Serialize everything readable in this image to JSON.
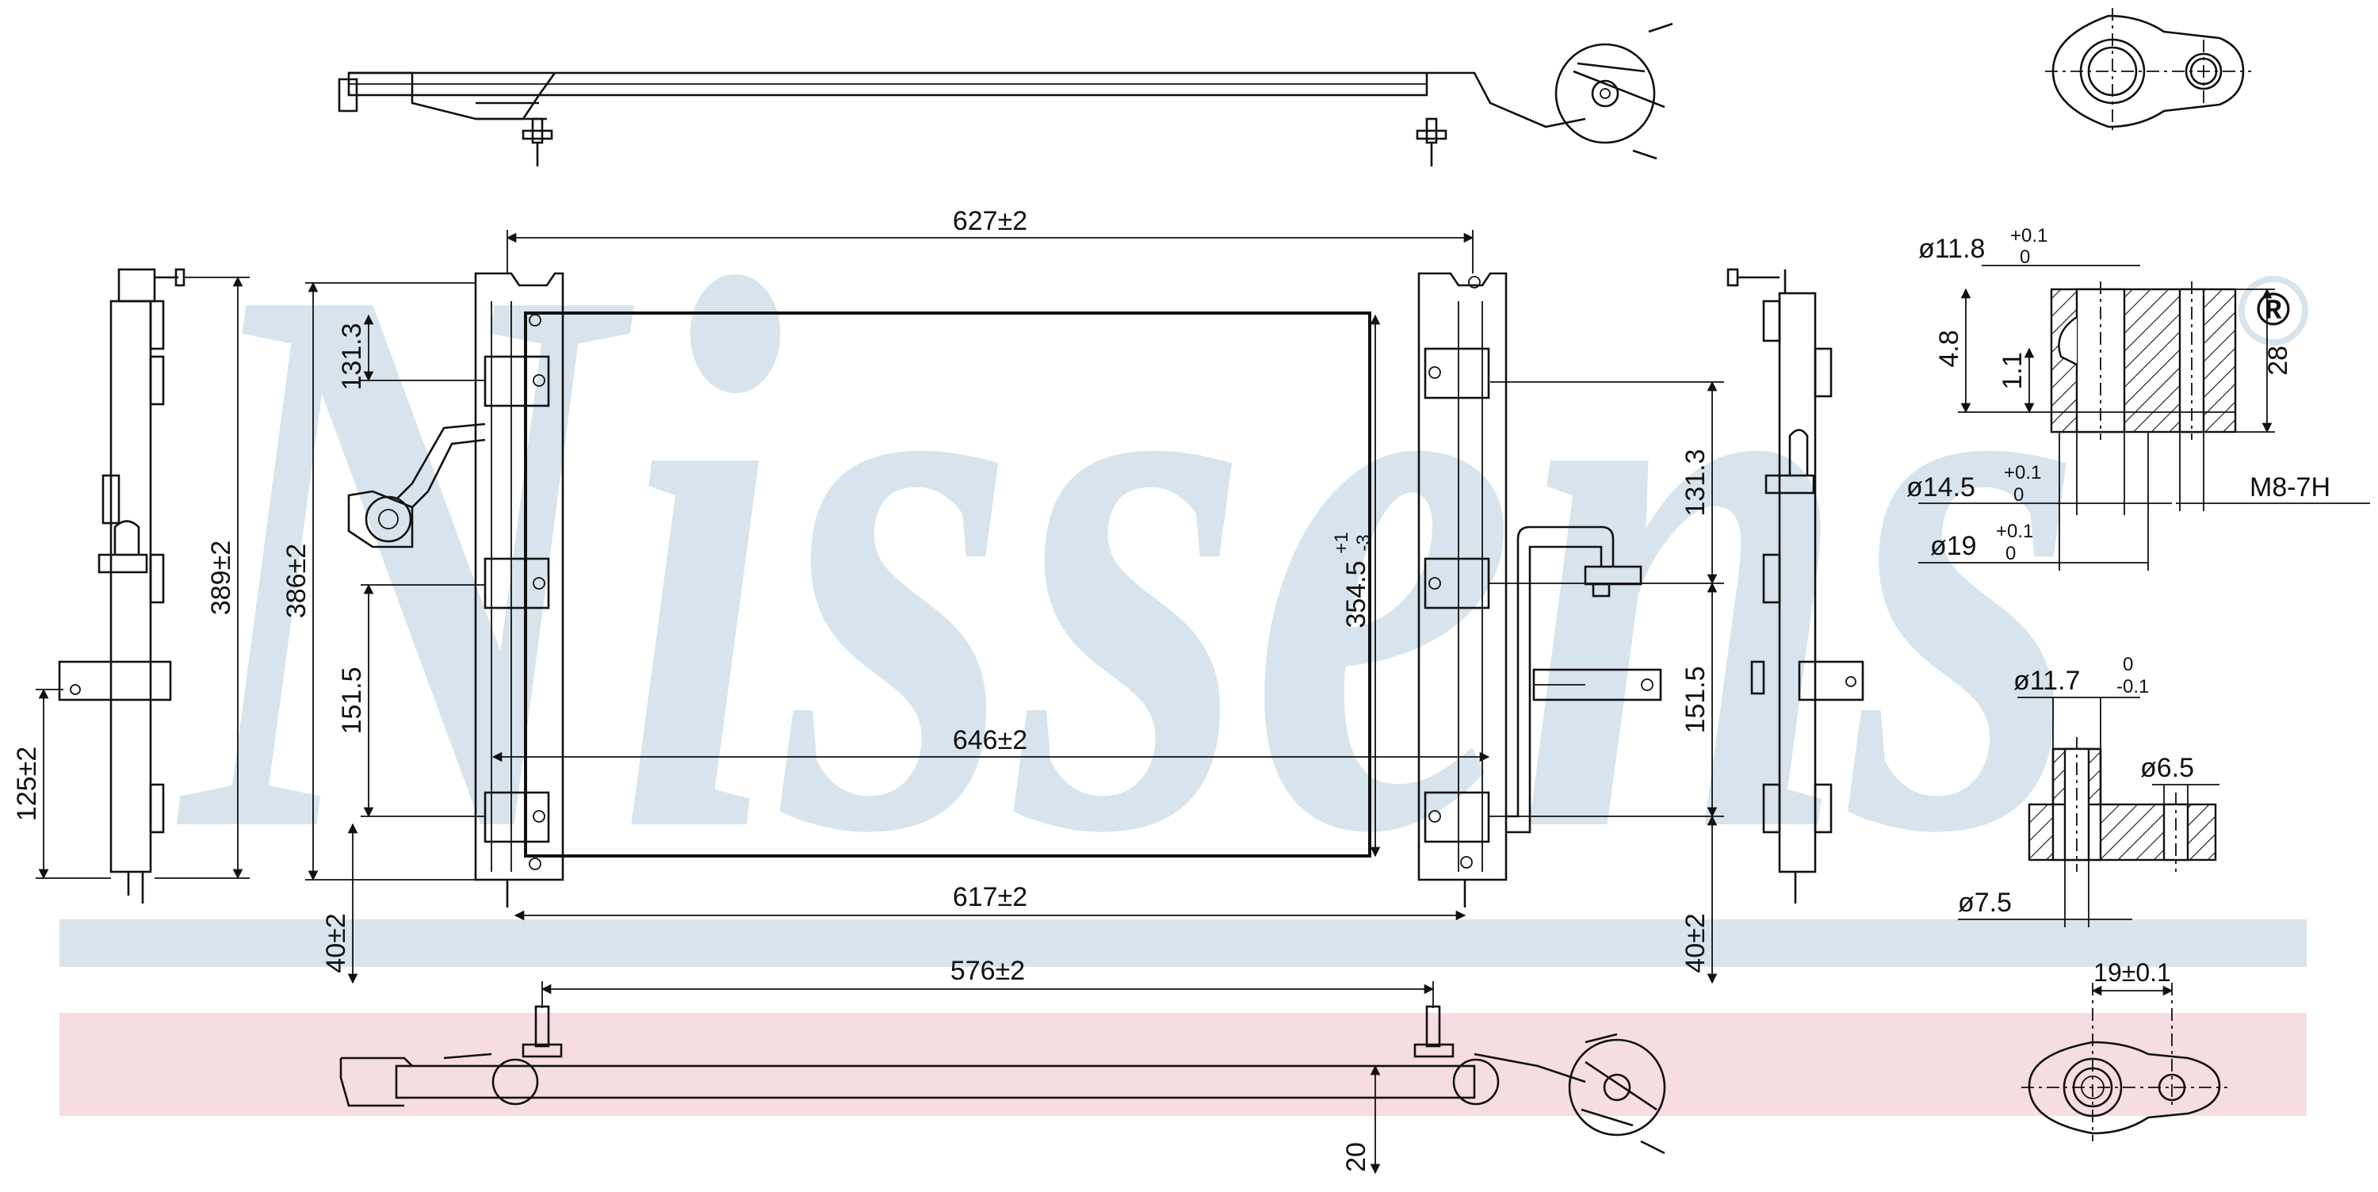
{
  "watermark": {
    "text": "Nissens",
    "color": "#d8e4ed",
    "registered_mark": "®"
  },
  "bands": {
    "blue": "#d8e4ed",
    "pink": "#f5dde2"
  },
  "dimensions": {
    "top_width": "627±2",
    "mid_width": "646±2",
    "core_width": "617±2",
    "bottom_mount_width": "576±2",
    "left_upper": "131.3",
    "left_lower": "151.5",
    "left_height": "386±2",
    "side_height": "389±2",
    "side_bracket": "125±2",
    "left_offset": "40±2",
    "right_upper": "131.3",
    "right_lower": "151.5",
    "right_offset": "40±2",
    "core_height_main": "354.5",
    "core_height_tol_upper": "+1",
    "core_height_tol_lower": "-3",
    "bottom_depth": "20"
  },
  "fitting_dims": {
    "d1_main": "ø11.8",
    "d1_tol_upper": "+0.1",
    "d1_tol_lower": "0",
    "h1": "4.8",
    "h2": "1.1",
    "height": "28",
    "d2_main": "ø14.5",
    "d2_tol_upper": "+0.1",
    "d2_tol_lower": "0",
    "d3_main": "ø19",
    "d3_tol_upper": "+0.1",
    "d3_tol_lower": "0",
    "thread": "M8-7H",
    "d4_main": "ø11.7",
    "d4_tol_upper": "0",
    "d4_tol_lower": "-0.1",
    "d5": "ø6.5",
    "d6": "ø7.5",
    "spacing": "19±0.1"
  }
}
